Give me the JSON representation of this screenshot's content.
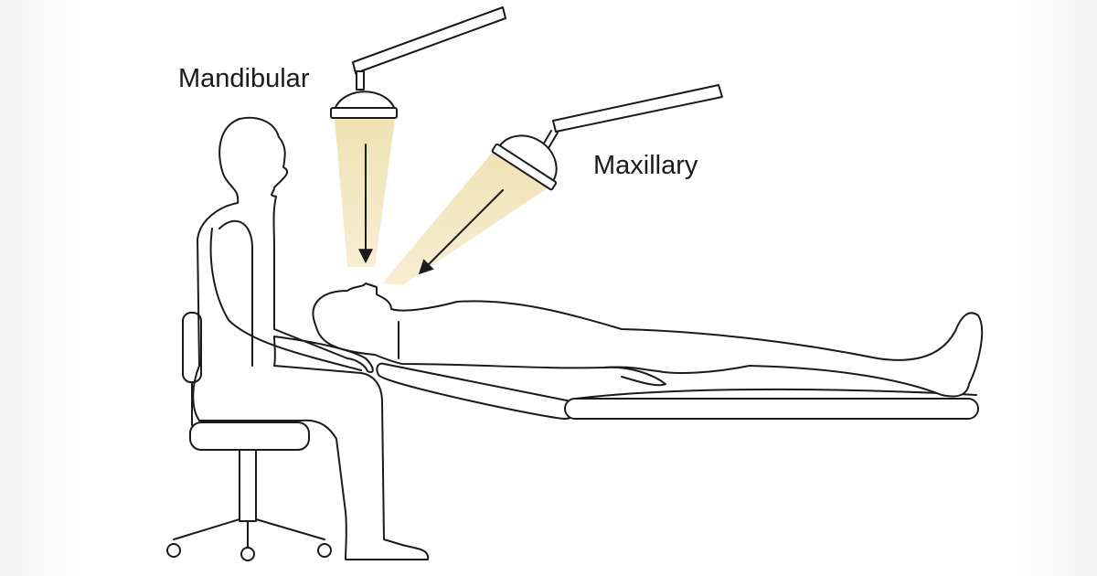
{
  "labels": {
    "mandibular": "Mandibular",
    "maxillary": "Maxillary"
  },
  "colors": {
    "light_beam": "#f3e7bf",
    "line": "#1a1a1a"
  },
  "icons": [
    "dental-lamp",
    "dental-lamp",
    "arrow-down",
    "arrow-diagonal"
  ]
}
